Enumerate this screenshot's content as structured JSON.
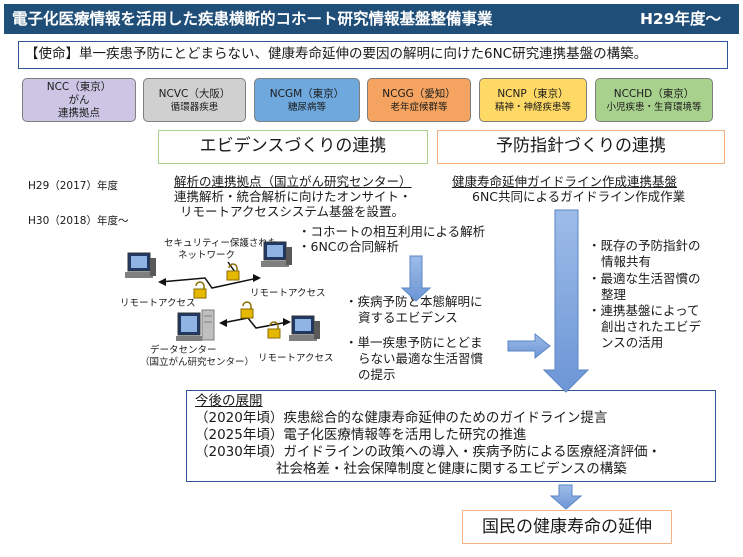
{
  "title": {
    "main": "電子化医療情報を活用した疾患横断的コホート研究情報基盤整備事業",
    "year": "H29年度～"
  },
  "mission": "【使命】単一疾患予防にとどまらない、健康寿命延伸の要因の解明に向けた6NC研究連携基盤の構築。",
  "centers": [
    {
      "name": "NCC（東京）",
      "line2": "がん",
      "line3": "連携拠点"
    },
    {
      "name": "NCVC（大阪）",
      "line2": "循環器疾患"
    },
    {
      "name": "NCGM（東京）",
      "line2": "糖尿病等"
    },
    {
      "name": "NCGG（愛知）",
      "line2": "老年症候群等"
    },
    {
      "name": "NCNP（東京）",
      "line2": "精神・神経疾患等"
    },
    {
      "name": "NCCHD（東京）",
      "line2": "小児疾患・生育環境等"
    }
  ],
  "headers": {
    "evidence": "エビデンスづくりの連携",
    "prevention": "予防指針づくりの連携"
  },
  "years": {
    "h29": "H29（2017）年度",
    "h30": "H30（2018）年度～"
  },
  "analysis": {
    "title": "解析の連携拠点（国立がん研究センター）",
    "line1": "連携解析・統合解析に向けたオンサイト・",
    "line2": "リモートアクセスシステム基盤を設置。"
  },
  "guideline": {
    "title": "健康寿命延伸ガイドライン作成連携基盤",
    "line1": "6NC共同によるガイドライン作成作業"
  },
  "cohort_bullets": [
    "・コホートの相互利用による解析",
    "・6NCの合同解析"
  ],
  "network": {
    "secure_line1": "セキュリティー保護された",
    "secure_line2": "ネットワーク",
    "remote1": "リモートアクセス",
    "remote2": "リモートアクセス",
    "remote3": "リモートアクセス",
    "dc_line1": "データセンター",
    "dc_line2": "（国立がん研究センター）"
  },
  "evidence_bullets": [
    {
      "l1": "疾病予防と本態解明に",
      "l2": "資するエビデンス"
    },
    {
      "l1": "単一疾患予防にとどま",
      "l2": "らない最適な生活習慣",
      "l3": "の提示"
    }
  ],
  "prevention_bullets": [
    {
      "l1": "既存の予防指針の",
      "l2": "情報共有"
    },
    {
      "l1": "最適な生活習慣の",
      "l2": "整理"
    },
    {
      "l1": "連携基盤によって",
      "l2": "創出されたエビデ",
      "l3": "ンスの活用"
    }
  ],
  "future": {
    "title": "今後の展開",
    "rows": [
      "（2020年頃）疾患総合的な健康寿命延伸のためのガイドライン提言",
      "（2025年頃）電子化医療情報等を活用した研究の推進",
      "（2030年頃）ガイドラインの政策への導入・疾病予防による医療経済評価・",
      "　　　　　　社会格差・社会保障制度と健康に関するエビデンスの構築"
    ]
  },
  "final": "国民の健康寿命の延伸",
  "colors": {
    "title_bg": "#1f4e79",
    "arrow": "#7ea6dd",
    "arrow_border": "#5b86c5"
  }
}
